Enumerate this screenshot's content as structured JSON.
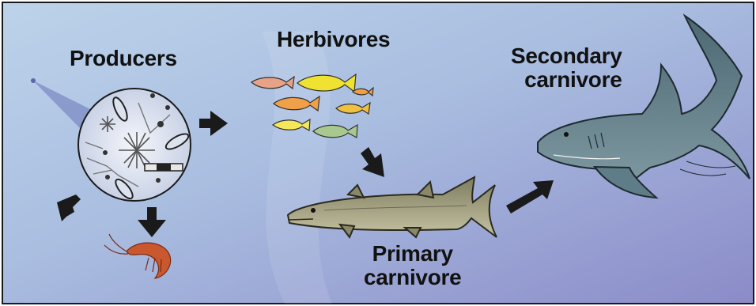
{
  "labels": {
    "producers": "Producers",
    "herbivores": "Herbivores",
    "primary_carnivore_line1": "Primary",
    "primary_carnivore_line2": "carnivore",
    "secondary_carnivore_line1": "Secondary",
    "secondary_carnivore_line2": "carnivore"
  },
  "colors": {
    "background_light": "#b7cde6",
    "background_dark": "#8f8fcb",
    "border": "#1a1a1a",
    "arrow": "#1a1a1a",
    "shark": "#5f7d88",
    "barracuda": "#9a9878",
    "shrimp": "#c9582e"
  },
  "icons": [
    "plankton-circle-icon",
    "fish-school-icon",
    "barracuda-icon",
    "shark-icon",
    "shrimp-icon",
    "arrow-icon"
  ]
}
